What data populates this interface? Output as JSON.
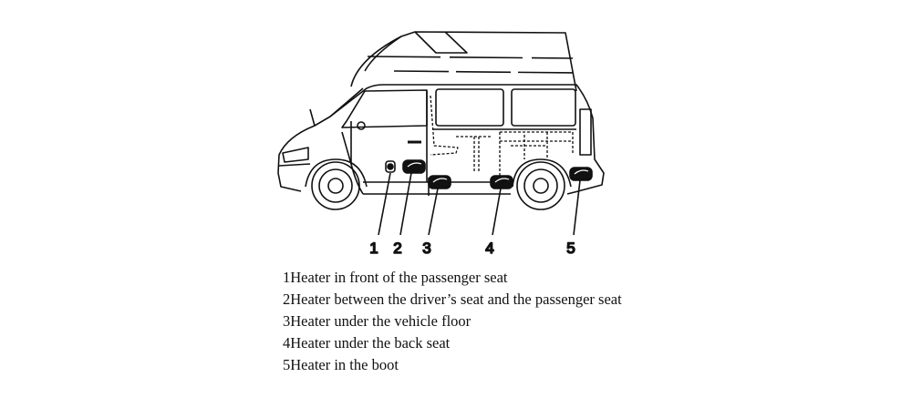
{
  "callouts": [
    "1",
    "2",
    "3",
    "4",
    "5"
  ],
  "legend": [
    {
      "number": "1",
      "text": "Heater in front of the passenger seat"
    },
    {
      "number": "2",
      "text": "Heater between the driver’s seat and the passenger seat"
    },
    {
      "number": "3",
      "text": "Heater under the vehicle floor"
    },
    {
      "number": "4",
      "text": "Heater under the back seat"
    },
    {
      "number": "5",
      "text": "Heater in the boot"
    }
  ]
}
